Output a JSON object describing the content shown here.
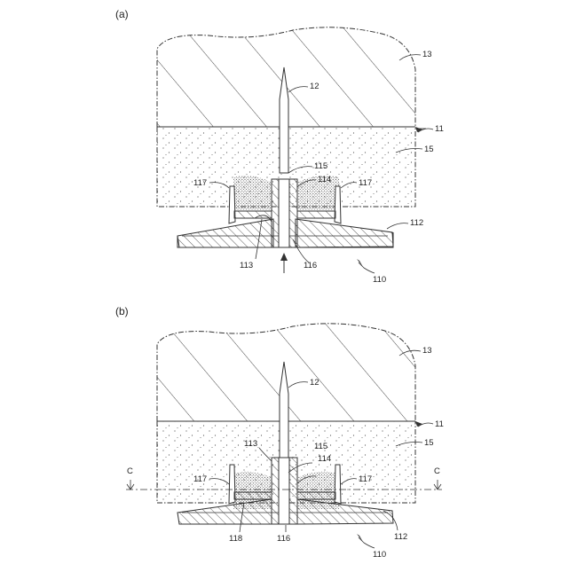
{
  "figure": {
    "panel_a": {
      "label": "(a)",
      "callouts": {
        "n13": "13",
        "n12": "12",
        "n11": "11",
        "n15": "15",
        "n115": "115",
        "n114": "114",
        "n117L": "117",
        "n117R": "117",
        "n112": "112",
        "n113": "113",
        "n116": "116",
        "n110": "110"
      }
    },
    "panel_b": {
      "label": "(b)",
      "callouts": {
        "n13": "13",
        "n12": "12",
        "n11": "11",
        "n15": "15",
        "n113": "113",
        "n115": "115",
        "n114": "114",
        "n117L": "117",
        "n117R": "117",
        "n118": "118",
        "n116": "116",
        "n112": "112",
        "n110": "110",
        "sectionL": "C",
        "sectionR": "C"
      }
    }
  }
}
